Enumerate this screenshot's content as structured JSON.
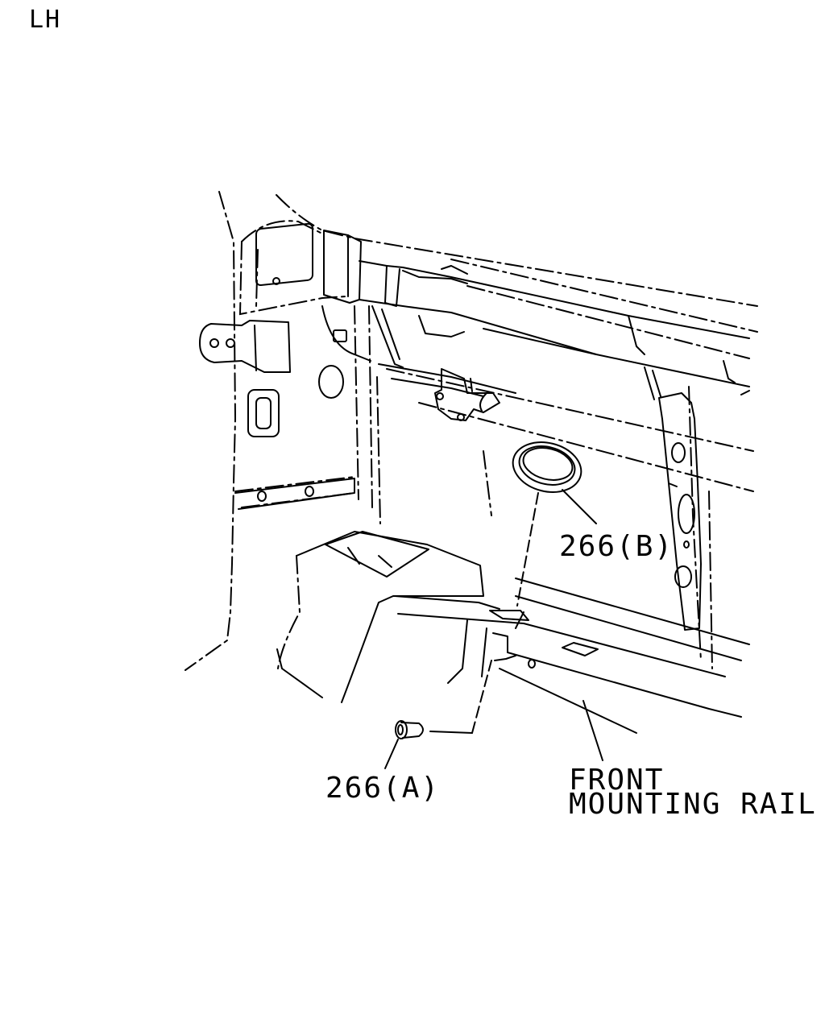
{
  "side_label": "LH",
  "callouts": {
    "part_b": "266(B)",
    "part_a": "266(A)",
    "rail_line1": "FRONT",
    "rail_line2": "MOUNTING RAIL"
  },
  "parts": [
    {
      "id": "266(A)",
      "shape": "grommet-plug"
    },
    {
      "id": "266(B)",
      "shape": "round-grommet"
    }
  ]
}
